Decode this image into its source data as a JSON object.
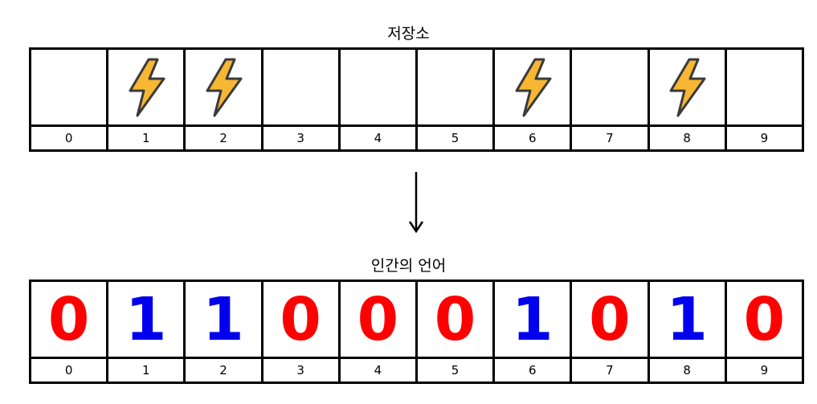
{
  "storage": {
    "title": "저장소",
    "cells": [
      {
        "index": "0",
        "charged": false
      },
      {
        "index": "1",
        "charged": true
      },
      {
        "index": "2",
        "charged": true
      },
      {
        "index": "3",
        "charged": false
      },
      {
        "index": "4",
        "charged": false
      },
      {
        "index": "5",
        "charged": false
      },
      {
        "index": "6",
        "charged": true
      },
      {
        "index": "7",
        "charged": false
      },
      {
        "index": "8",
        "charged": true
      },
      {
        "index": "9",
        "charged": false
      }
    ]
  },
  "human_language": {
    "title": "인간의 언어",
    "cells": [
      {
        "index": "0",
        "bit": "0"
      },
      {
        "index": "1",
        "bit": "1"
      },
      {
        "index": "2",
        "bit": "1"
      },
      {
        "index": "3",
        "bit": "0"
      },
      {
        "index": "4",
        "bit": "0"
      },
      {
        "index": "5",
        "bit": "0"
      },
      {
        "index": "6",
        "bit": "1"
      },
      {
        "index": "7",
        "bit": "0"
      },
      {
        "index": "8",
        "bit": "1"
      },
      {
        "index": "9",
        "bit": "0"
      }
    ]
  },
  "colors": {
    "zero": "#ff0000",
    "one": "#0000ee",
    "bolt_fill": "#f7b733",
    "bolt_stroke": "#3a3a3a"
  },
  "icons": {
    "charge": "lightning-bolt-icon",
    "transition": "arrow-down-icon"
  }
}
